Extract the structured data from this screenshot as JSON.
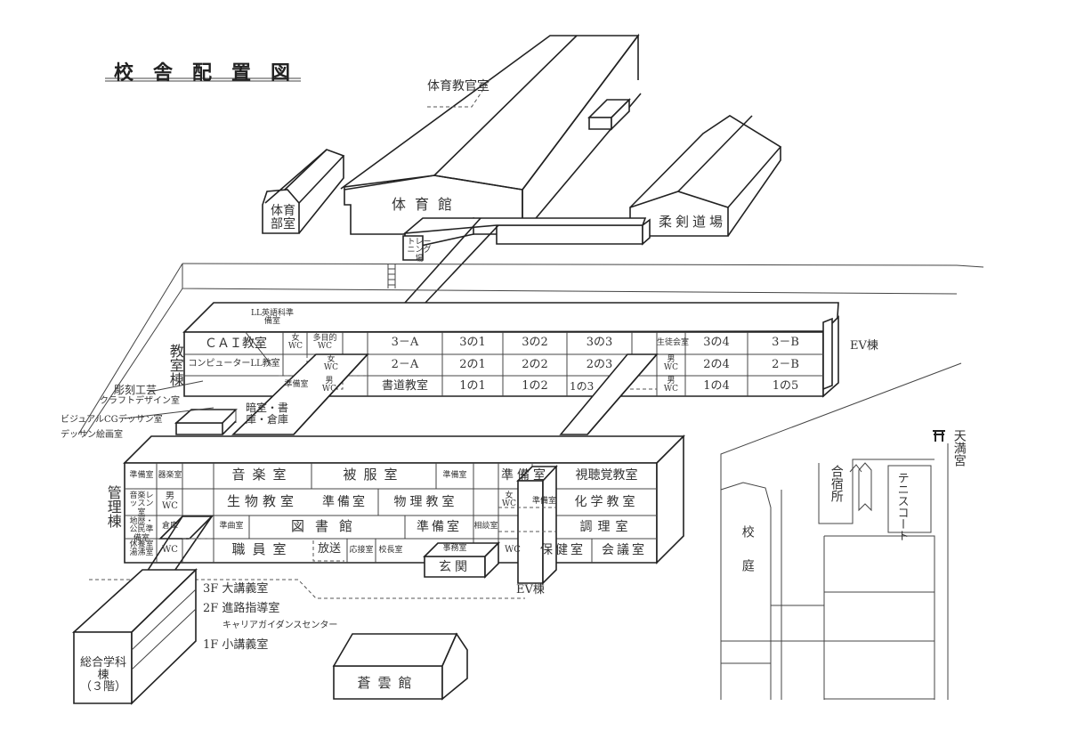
{
  "title": "校舎配置図",
  "buildings": {
    "gym": "体育館",
    "gym_office": "体育教官室",
    "club_room": "体育部室",
    "dojo": "柔剣道場",
    "training": "トレーニング場",
    "classroom_wing": "教室棟",
    "admin_wing": "管理棟",
    "ev_wing": "EV棟",
    "ev_wing_2": "EV棟",
    "general_wing": "総合学科棟\n（３階）",
    "soun_hall": "蒼雲館",
    "entrance": "玄関",
    "office": "事務室",
    "camp": "合宿所",
    "tennis": "テニスコート",
    "shrine": "天満宮",
    "courtyard": "校庭"
  },
  "classroom_wing": {
    "row3": [
      "ＣＡＩ教室",
      "女WC",
      "多目的WC",
      "3－A",
      "3の1",
      "3の2",
      "3の3",
      "生徒会室",
      "3の4",
      "3－B"
    ],
    "row2": [
      "コンピューターLL教室",
      "女WC",
      "2－A",
      "2の1",
      "2の2",
      "2の3",
      "男WC",
      "2の4",
      "2－B"
    ],
    "row1": [
      "準備室",
      "男WC",
      "書道教室",
      "1の1",
      "1の2",
      "1の3",
      "男WC",
      "1の4",
      "1の5"
    ],
    "ll_prep": "LL英語科準備室",
    "darkroom": "暗室・書庫・倉庫"
  },
  "side_labels": {
    "sculpture": "彫刻工芸",
    "craft": "クラフトデザイン室",
    "visual": "ビジュアルCGデッサン室",
    "drawing": "デッサン絵画室"
  },
  "admin_wing": {
    "row4": [
      "準備室",
      "器楽室",
      "音楽室",
      "被服室",
      "準備室",
      "準備室",
      "視聴覚教室"
    ],
    "row3": [
      "音楽レッスン室",
      "男WC",
      "生物教室",
      "準備室",
      "物理教室",
      "女WC",
      "準備室",
      "化学教室"
    ],
    "row2": [
      "地歴・公民準備室",
      "倉庫",
      "準曲室",
      "図書館",
      "準備室",
      "相談室",
      "調理室"
    ],
    "row1": [
      "休養室湯沸室",
      "WC",
      "職員室",
      "放送",
      "応接室",
      "校長室",
      "WC",
      "保健室",
      "会議室"
    ]
  },
  "general_floors": [
    "3F 大講義室",
    "2F 進路指導室",
    "キャリアガイダンスセンター",
    "1F 小講義室"
  ]
}
